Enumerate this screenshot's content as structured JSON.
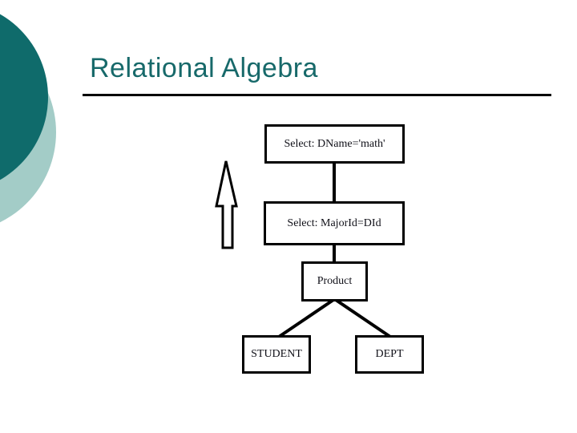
{
  "slide": {
    "title": "Relational Algebra",
    "colors": {
      "title": "#17696a",
      "circle_dark": "#0f6b6b",
      "circle_light": "#a3ccc7",
      "line": "#000000"
    }
  },
  "diagram": {
    "type": "query-tree",
    "nodes": [
      {
        "id": "select-dname",
        "label": "Select: DName='math'"
      },
      {
        "id": "select-majorid",
        "label": "Select: MajorId=DId"
      },
      {
        "id": "product",
        "label": "Product"
      },
      {
        "id": "student",
        "label": "STUDENT"
      },
      {
        "id": "dept",
        "label": "DEPT"
      }
    ],
    "edges": [
      {
        "from": "select-majorid",
        "to": "select-dname"
      },
      {
        "from": "product",
        "to": "select-majorid"
      },
      {
        "from": "student",
        "to": "product"
      },
      {
        "from": "dept",
        "to": "product"
      }
    ],
    "icons": [
      {
        "name": "up-arrow-icon",
        "meaning": "evaluation order upward"
      }
    ]
  }
}
